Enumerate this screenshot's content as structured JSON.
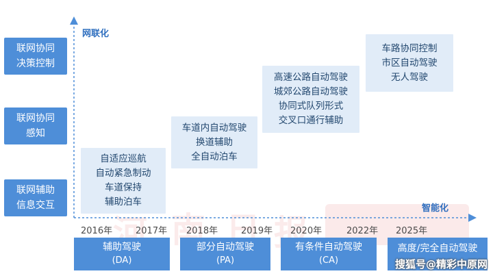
{
  "axis": {
    "y_label": "网联化",
    "x_label": "智能化"
  },
  "connectivity_levels": [
    {
      "line1": "联网协同",
      "line2": "决策控制"
    },
    {
      "line1": "联网协同",
      "line2": "感知"
    },
    {
      "line1": "联网辅助",
      "line2": "信息交互"
    }
  ],
  "feature_groups": [
    {
      "items": [
        "自适应巡航",
        "自动紧急制动",
        "车道保持",
        "辅助泊车"
      ]
    },
    {
      "items": [
        "车道内自动驾驶",
        "换道辅助",
        "全自动泊车"
      ]
    },
    {
      "items": [
        "高速公路自动驾驶",
        "城郊公路自动驾驶",
        "协同式队列形式",
        "交叉口通行辅助"
      ]
    },
    {
      "items": [
        "车路协同控制",
        "市区自动驾驶",
        "无人驾驶"
      ]
    }
  ],
  "years": [
    "2016年",
    "2017年",
    "2018年",
    "2019年",
    "2020年",
    "2022年",
    "2025年"
  ],
  "stages": [
    {
      "name": "辅助驾驶",
      "abbr": "(DA)"
    },
    {
      "name": "部分自动驾驶",
      "abbr": "(PA)"
    },
    {
      "name": "有条件自动驾驶",
      "abbr": "(CA)"
    },
    {
      "name": "高度/完全自动驾驶",
      "abbr": ""
    }
  ],
  "watermark": "搜狐号@精彩中原网",
  "colors": {
    "accent": "#4e8ed8",
    "feature_bg": "#e1ecf8",
    "axis": "#2f6fbf"
  }
}
